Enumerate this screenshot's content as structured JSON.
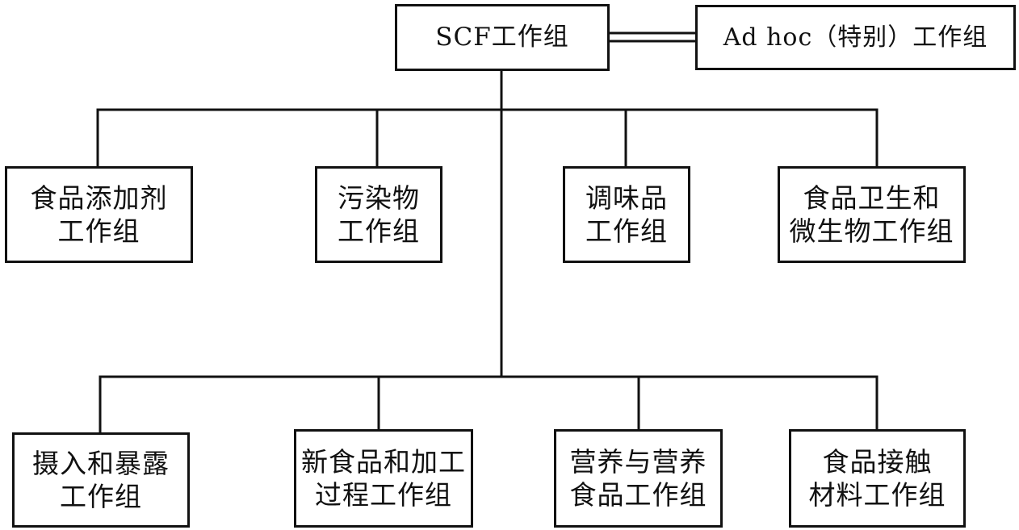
{
  "root": {
    "label": "SCF工作组"
  },
  "adhoc": {
    "label": "Ad hoc（特别）工作组"
  },
  "row1": [
    {
      "line1": "食品添加剂",
      "line2": "工作组"
    },
    {
      "line1": "污染物",
      "line2": "工作组"
    },
    {
      "line1": "调味品",
      "line2": "工作组"
    },
    {
      "line1": "食品卫生和",
      "line2": "微生物工作组"
    }
  ],
  "row2": [
    {
      "line1": "摄入和暴露",
      "line2": "工作组"
    },
    {
      "line1": "新食品和加工",
      "line2": "过程工作组"
    },
    {
      "line1": "营养与营养",
      "line2": "食品工作组"
    },
    {
      "line1": "食品接触",
      "line2": "材料工作组"
    }
  ]
}
